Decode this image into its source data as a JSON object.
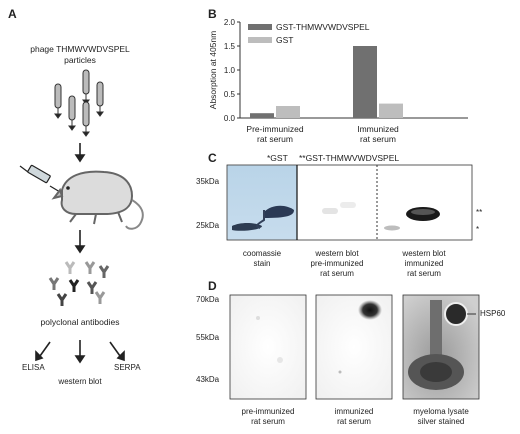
{
  "panels": {
    "A": {
      "letter": "A",
      "phage_label_line1": "phage THMWVWDVSPEL",
      "phage_label_line2": "particles",
      "antibodies_label": "polyclonal antibodies",
      "methods": [
        "ELISA",
        "western blot",
        "SERPA"
      ]
    },
    "B": {
      "letter": "B"
    },
    "C": {
      "letter": "C",
      "marker_gst": "*GST",
      "marker_fusion": "**GST-THMWVWDVSPEL",
      "kda": [
        "35kDa",
        "25kDa"
      ],
      "band_marks": [
        "**",
        "*"
      ],
      "lane_labels": [
        [
          "coomassie",
          "stain"
        ],
        [
          "western blot",
          "pre-immunized",
          "rat serum"
        ],
        [
          "western blot",
          "immunized",
          "rat serum"
        ]
      ]
    },
    "D": {
      "letter": "D",
      "kda": [
        "70kDa",
        "55kDa",
        "43kDa"
      ],
      "hsp_label": "HSP60",
      "blot_labels": [
        [
          "pre-immunized",
          "rat serum"
        ],
        [
          "immunized",
          "rat serum"
        ],
        [
          "myeloma lysate",
          "silver stained"
        ]
      ]
    }
  },
  "chart_data": {
    "type": "bar",
    "categories": [
      [
        "Pre-immunized",
        "rat serum"
      ],
      [
        "Immunized",
        "rat serum"
      ]
    ],
    "series": [
      {
        "name": "GST-THMWVWDVSPEL",
        "values": [
          0.1,
          1.5
        ],
        "color": "#707070"
      },
      {
        "name": "GST",
        "values": [
          0.25,
          0.3
        ],
        "color": "#bdbdbd"
      }
    ],
    "ylabel": "Absorption at 405nm",
    "yticks": [
      "0.0",
      "0.5",
      "1.0",
      "1.5",
      "2.0"
    ],
    "ylim": [
      0,
      2.0
    ],
    "legend": "top-left"
  }
}
